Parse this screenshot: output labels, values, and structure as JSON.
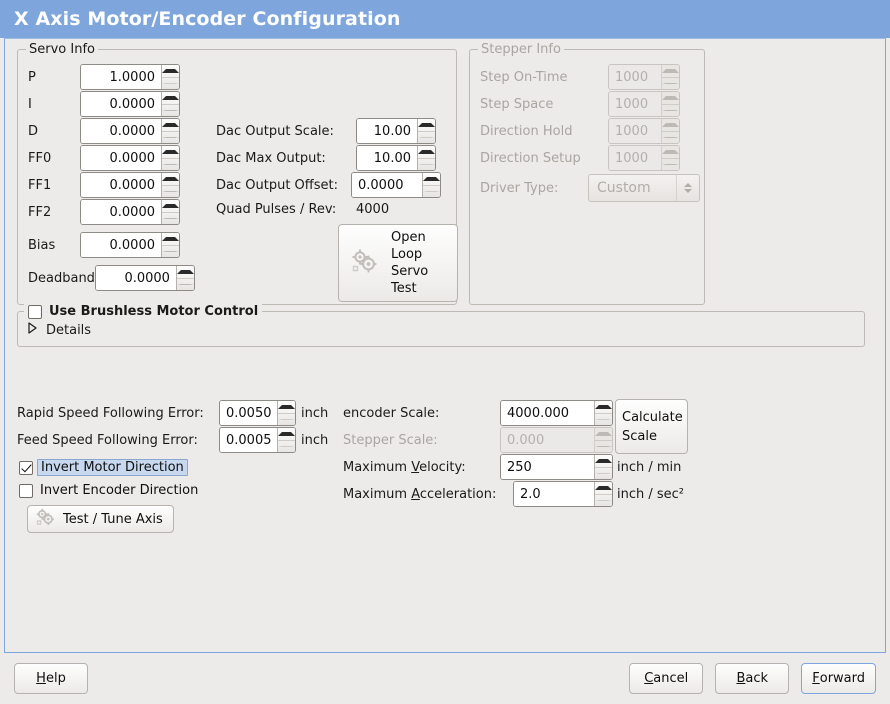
{
  "window": {
    "title": "X Axis Motor/Encoder Configuration",
    "accent_color": "#7fa6dc",
    "background_color": "#edebe9"
  },
  "servo_info": {
    "legend": "Servo Info",
    "fields": [
      {
        "label": "P",
        "value": "1.0000"
      },
      {
        "label": "I",
        "value": "0.0000"
      },
      {
        "label": "D",
        "value": "0.0000"
      },
      {
        "label": "FF0",
        "value": "0.0000"
      },
      {
        "label": "FF1",
        "value": "0.0000"
      },
      {
        "label": "FF2",
        "value": "0.0000"
      },
      {
        "label": "Bias",
        "value": "0.0000"
      },
      {
        "label": "Deadband",
        "value": "0.0000"
      }
    ],
    "dac": {
      "output_scale_label": "Dac Output Scale:",
      "output_scale_value": "10.00",
      "max_output_label": "Dac Max Output:",
      "max_output_value": "10.00",
      "output_offset_label": "Dac Output Offset:",
      "output_offset_value": "0.0000",
      "quad_pulses_label": "Quad Pulses / Rev:",
      "quad_pulses_value": "4000"
    },
    "open_loop_button": {
      "line1": "Open",
      "line2": "Loop",
      "line3": "Servo",
      "line4": "Test"
    }
  },
  "stepper_info": {
    "legend": "Stepper Info",
    "enabled": false,
    "fields": [
      {
        "label": "Step On-Time",
        "value": "1000"
      },
      {
        "label": "Step Space",
        "value": "1000"
      },
      {
        "label": "Direction Hold",
        "value": "1000"
      },
      {
        "label": "Direction Setup",
        "value": "1000"
      }
    ],
    "driver_type_label": "Driver Type:",
    "driver_type_value": "Custom"
  },
  "brushless": {
    "checkbox_label": "Use Brushless Motor Control",
    "checked": false,
    "details_label": "Details",
    "details_expanded": false
  },
  "tuning": {
    "rapid_following_error_label": "Rapid Speed Following Error:",
    "rapid_following_error_value": "0.0050",
    "rapid_following_error_unit": "inch",
    "feed_following_error_label": "Feed Speed Following Error:",
    "feed_following_error_value": "0.0005",
    "feed_following_error_unit": "inch",
    "invert_motor_label": "Invert Motor Direction",
    "invert_motor_checked": true,
    "invert_encoder_label": "Invert Encoder Direction",
    "invert_encoder_checked": false,
    "test_tune_label": "Test / Tune Axis"
  },
  "scales": {
    "encoder_scale_label": "encoder Scale:",
    "encoder_scale_value": "4000.000",
    "stepper_scale_label": "Stepper Scale:",
    "stepper_scale_value": "0.000",
    "stepper_scale_enabled": false,
    "calculate_scale_line1": "Calculate",
    "calculate_scale_line2": "Scale",
    "max_velocity_label_pre": "Maximum ",
    "max_velocity_mnemonic": "V",
    "max_velocity_label_post": "elocity:",
    "max_velocity_value": "250",
    "max_velocity_unit": "inch / min",
    "max_accel_label_pre": "Maximum ",
    "max_accel_mnemonic": "A",
    "max_accel_label_post": "cceleration:",
    "max_accel_value": "2.0",
    "max_accel_unit": "inch / sec²"
  },
  "actions": {
    "help_mnemonic": "H",
    "help_rest": "elp",
    "cancel_mnemonic": "C",
    "cancel_rest": "ancel",
    "back_mnemonic": "B",
    "back_rest": "ack",
    "forward_mnemonic": "F",
    "forward_rest": "orward"
  }
}
